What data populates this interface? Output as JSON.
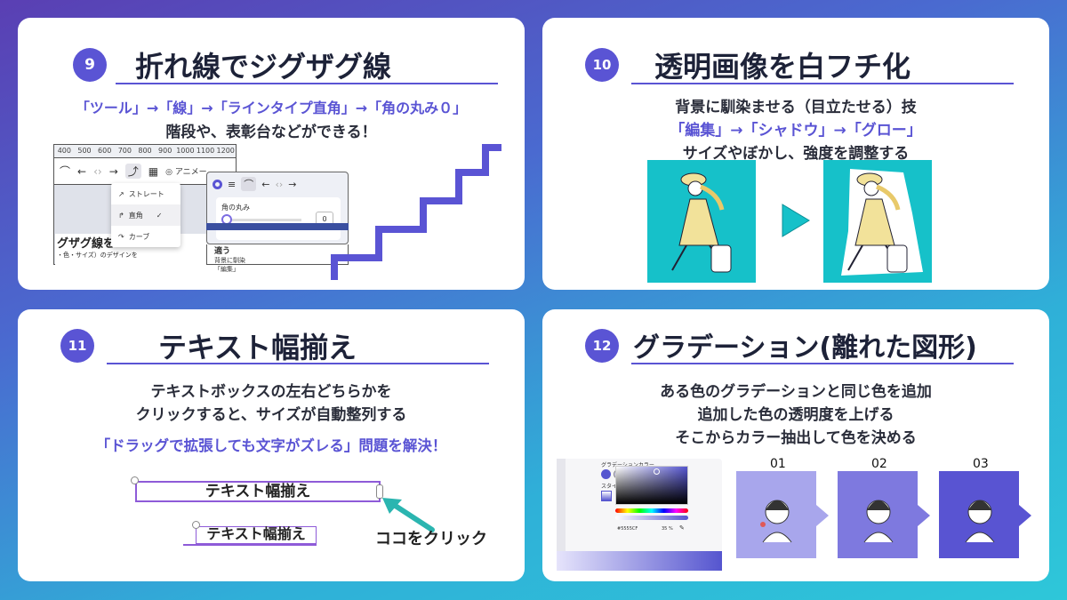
{
  "card1": {
    "number": "9",
    "title": "折れ線でジグザグ線",
    "line1": "「ツール」→「線」→「ラインタイプ直角」→「角の丸み０」",
    "line2": "階段や、表彰台などができる！",
    "ruler_ticks": [
      "400",
      "500",
      "600",
      "700",
      "800",
      "900",
      "1000",
      "1100",
      "1200"
    ],
    "toolbar_text": "アニメー",
    "menu_items": [
      "ストレート",
      "直角",
      "カーブ"
    ],
    "panel_label": "角の丸み",
    "panel_value": "0",
    "caption_title": "グザグ線を",
    "caption_sub": "・色・サイズ）のデザインを",
    "side_text_1": "適う",
    "side_text_2": "背景に馴染",
    "side_text_3": "「編集」",
    "accent": "#5a54d4"
  },
  "card2": {
    "number": "10",
    "title": "透明画像を白フチ化",
    "line1": "背景に馴染ませる（目立たせる）技",
    "line2": "「編集」→「シャドウ」→「グロー」",
    "line3": "サイズやぼかし、強度を調整する",
    "image_bg": "#16c1c9"
  },
  "card3": {
    "number": "11",
    "title": "テキスト幅揃え",
    "line1": "テキストボックスの左右どちらかを",
    "line2": "クリックすると、サイズが自動整列する",
    "line3": "「ドラッグで拡張しても文字がズレる」問題を解決！",
    "box_text": "テキスト幅揃え",
    "box_text_small": "テキスト幅揃え",
    "click_label": "ココをクリック"
  },
  "card4": {
    "number": "12",
    "title": "グラデーション(離れた図形)",
    "line1": "ある色のグラデーションと同じ色を追加",
    "line2": "追加した色の透明度を上げる",
    "line3": "そこからカラー抽出して色を決める",
    "panel_title": "グラデーションカラー",
    "panel_style": "スタイ",
    "hex_value": "#5555CF",
    "opacity_value": "35 %",
    "steps": [
      {
        "label": "01",
        "color": "#a8a6ec"
      },
      {
        "label": "02",
        "color": "#7e79df"
      },
      {
        "label": "03",
        "color": "#5954d2"
      }
    ]
  }
}
